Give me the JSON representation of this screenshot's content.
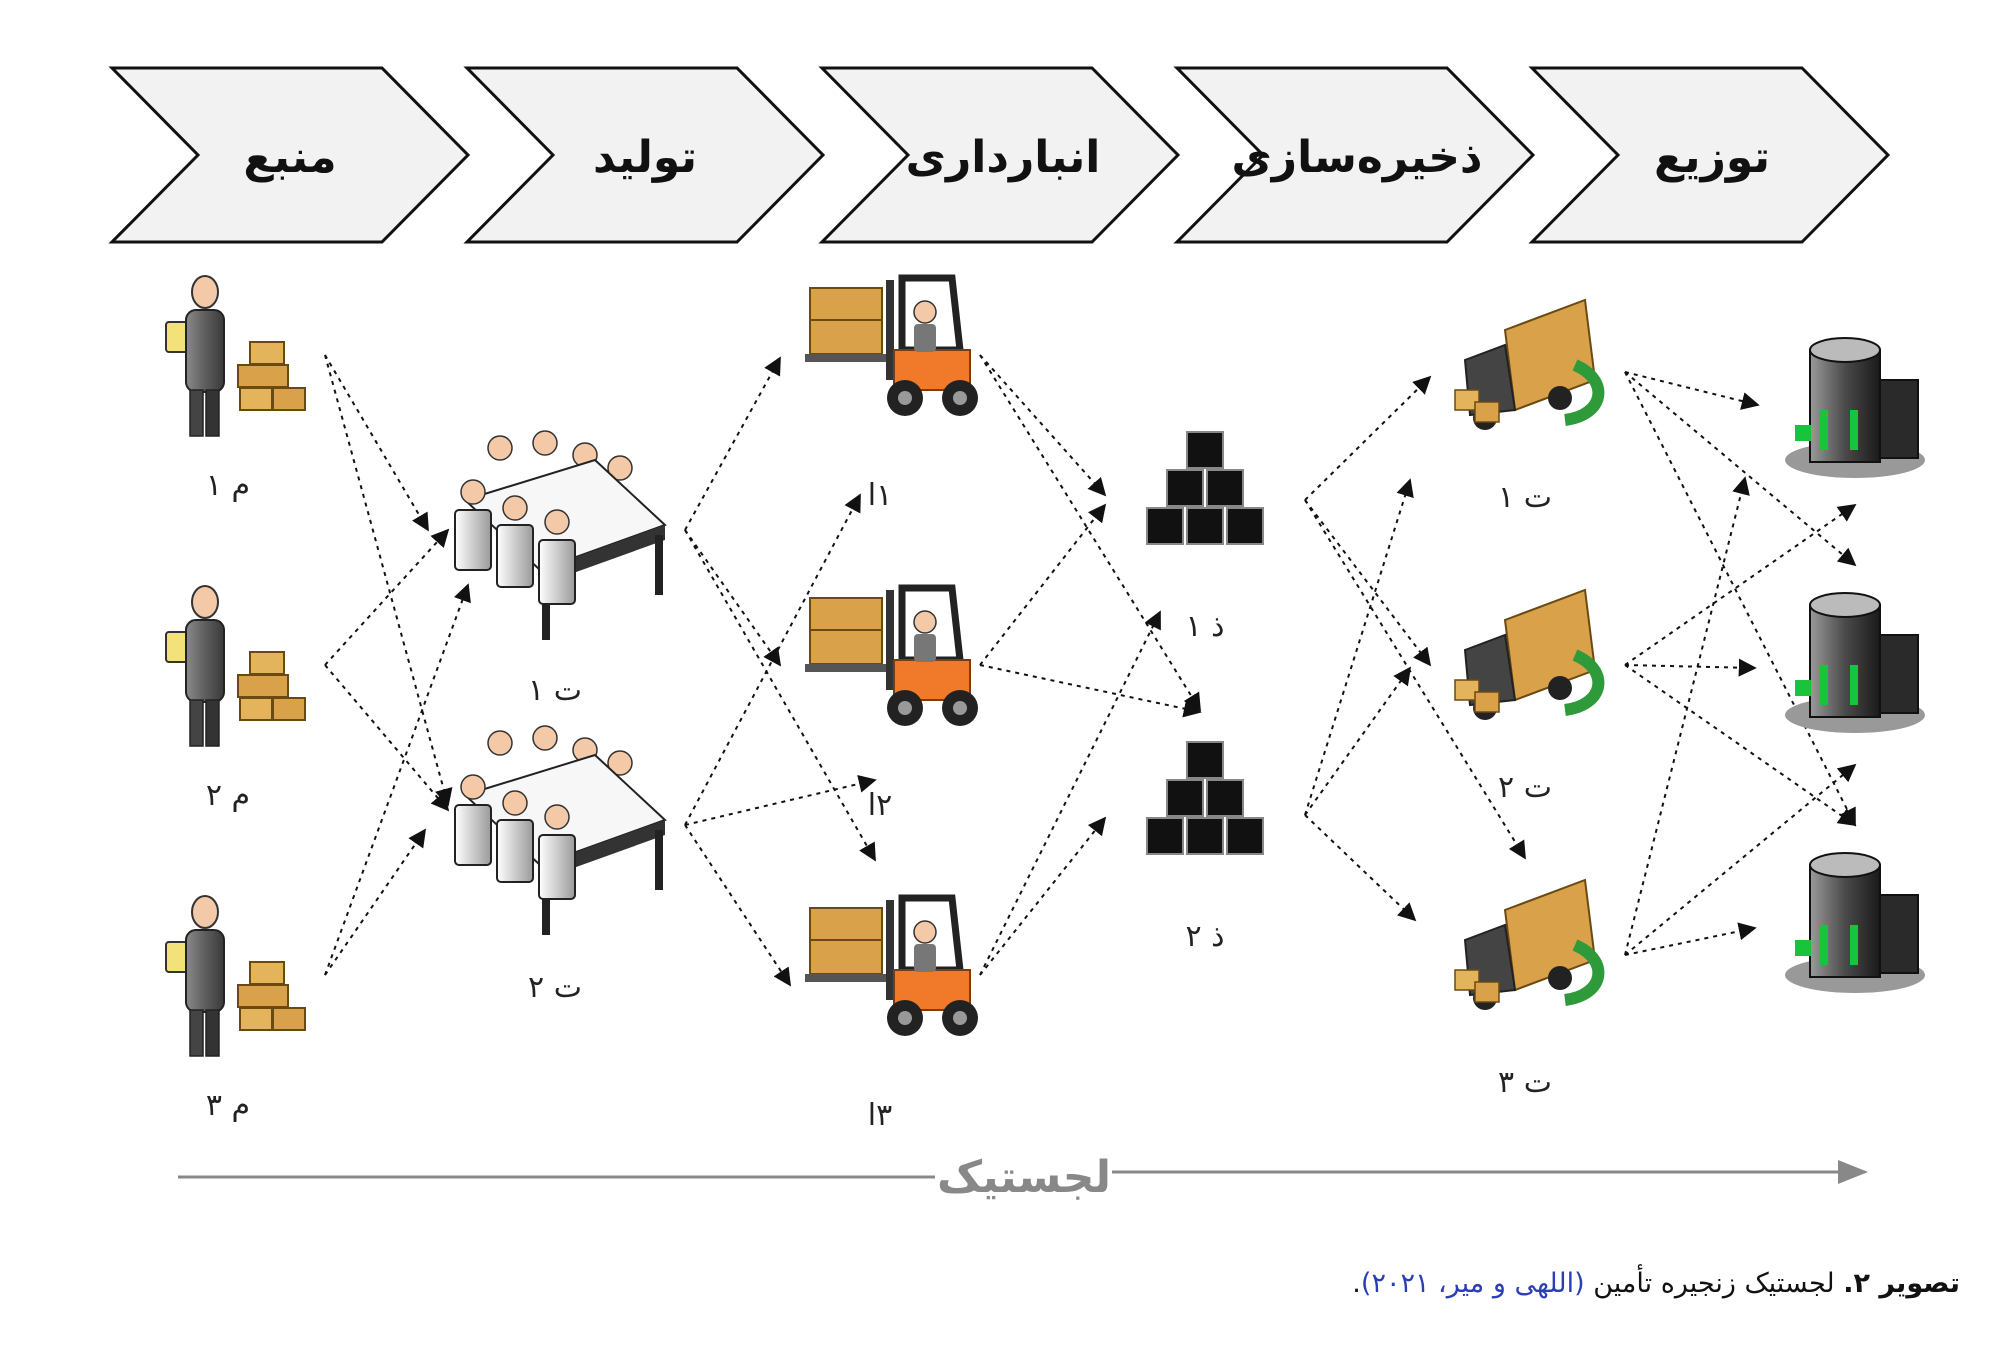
{
  "stages": [
    "منبع",
    "تولید",
    "انبارداری",
    "ذخیره‌سازی",
    "توزیع"
  ],
  "nodes": {
    "suppliers": {
      "labels": [
        "م ۱",
        "م ۲",
        "م ۳"
      ]
    },
    "factories": {
      "labels": [
        "ت ۱",
        "ت ۲"
      ]
    },
    "warehouses": {
      "labels": [
        "۱ا",
        "۲ا",
        "۳ا"
      ]
    },
    "storage": {
      "labels": [
        "ذ ۱",
        "ذ ۲"
      ]
    },
    "distributors": {
      "labels": [
        "ت ۱",
        "ت ۲",
        "ت ۳"
      ]
    },
    "customers": {
      "labels": []
    }
  },
  "axis": {
    "label": "لجستیک"
  },
  "caption": {
    "prefix": "تصویر ۲.",
    "text": " لجستیک زنجیره تأمین ",
    "citation": "(اللهی و میر، ۲۰۲۱)",
    "suffix": "."
  },
  "colors": {
    "stage_fill": "#f2f2f2",
    "box_tan": "#d9a24a",
    "forklift_orange": "#f07a2a",
    "truck_arrow_green": "#2f9a3a",
    "building_green": "#19c43a",
    "axis_gray": "#888888"
  },
  "icons": {
    "supplier": "person-with-boxes-icon",
    "factory": "meeting-table-icon",
    "warehouse": "forklift-icon",
    "storage": "stacked-crates-icon",
    "distributor": "delivery-truck-icon",
    "customer": "office-building-icon"
  }
}
